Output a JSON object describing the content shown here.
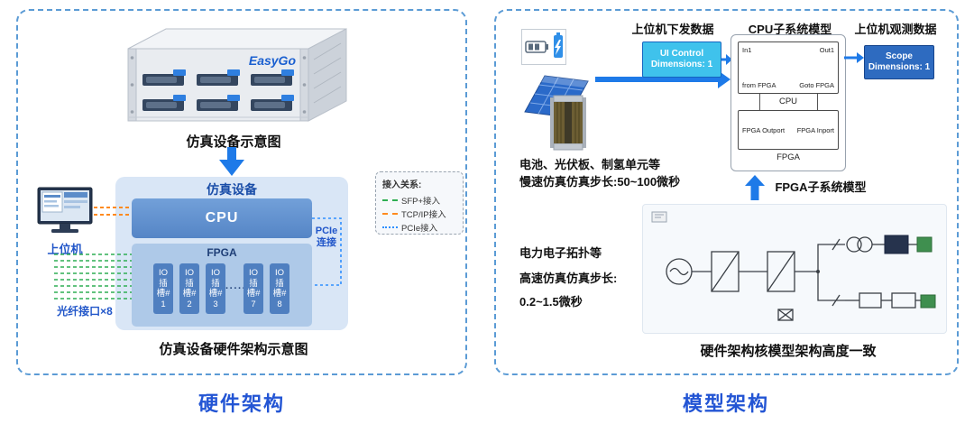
{
  "colors": {
    "panel_border": "#5b9bd5",
    "accent_blue": "#1e7ae8",
    "footer_blue": "#2355d4",
    "sfp_green": "#2fae53",
    "tcpip_orange": "#ff8a1e",
    "pcie_blue": "#2f8fff",
    "cpu_fill": "#5585c6",
    "fpga_fill": "#aec9e8",
    "ui_control_fill": "#3fc2ec",
    "scope_fill": "#2e6bc0"
  },
  "left": {
    "device_brand": "EasyGo",
    "device_caption": "仿真设备示意图",
    "sim_title": "仿真设备",
    "cpu_label": "CPU",
    "fpga_label": "FPGA",
    "io_slots": [
      "IO插槽#1",
      "IO插槽#2",
      "IO插槽#3",
      "IO插槽#7",
      "IO插槽#8"
    ],
    "io_ellipsis": "·····",
    "pcie_line1": "PCIe",
    "pcie_line2": "连接",
    "host_label": "上位机",
    "fiber_label": "光纤接口×8",
    "legend_title": "接入关系:",
    "legend_items": [
      {
        "label": "SFP+接入",
        "color": "#2fae53"
      },
      {
        "label": "TCP/IP接入",
        "color": "#ff8a1e"
      },
      {
        "label": "PCIe接入",
        "color": "#2f8fff"
      }
    ],
    "caption": "仿真设备硬件架构示意图",
    "footer": "硬件架构"
  },
  "right": {
    "label_host_send": "上位机下发数据",
    "label_cpu_model": "CPU子系统模型",
    "label_host_observe": "上位机观测数据",
    "label_fpga_model": "FPGA子系统模型",
    "ui_control_line1": "UI Control",
    "ui_control_line2": "Dimensions: 1",
    "scope_line1": "Scope",
    "scope_line2": "Dimensions: 1",
    "cpu_in": "In1",
    "cpu_out": "Out1",
    "cpu_from_fpga": "from FPGA",
    "cpu_goto_fpga": "Goto FPGA",
    "cpu_name": "CPU",
    "fpga_outport": "FPGA Outport",
    "fpga_inport": "FPGA Inport",
    "fpga_name": "FPGA",
    "slow_line1": "电池、光伏板、制氢单元等",
    "slow_line2": "慢速仿真仿真步长:50~100微秒",
    "fast_line1": "电力电子拓扑等",
    "fast_line2": "高速仿真仿真步长:",
    "fast_line3": "0.2~1.5微秒",
    "caption": "硬件架构核模型架构高度一致",
    "footer": "模型架构"
  }
}
